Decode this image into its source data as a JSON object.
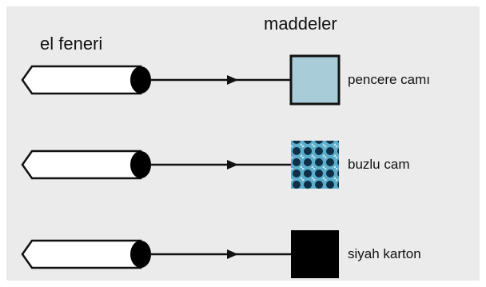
{
  "headings": {
    "flashlight": "el feneri",
    "materials": "maddeler"
  },
  "rows": [
    {
      "label": "pencere camı",
      "material": "window-glass",
      "color": "#a9cdd8"
    },
    {
      "label": "buzlu cam",
      "material": "frosted-glass",
      "color": "#3a8fb0"
    },
    {
      "label": "siyah karton",
      "material": "black-cardboard",
      "color": "#000000"
    }
  ]
}
